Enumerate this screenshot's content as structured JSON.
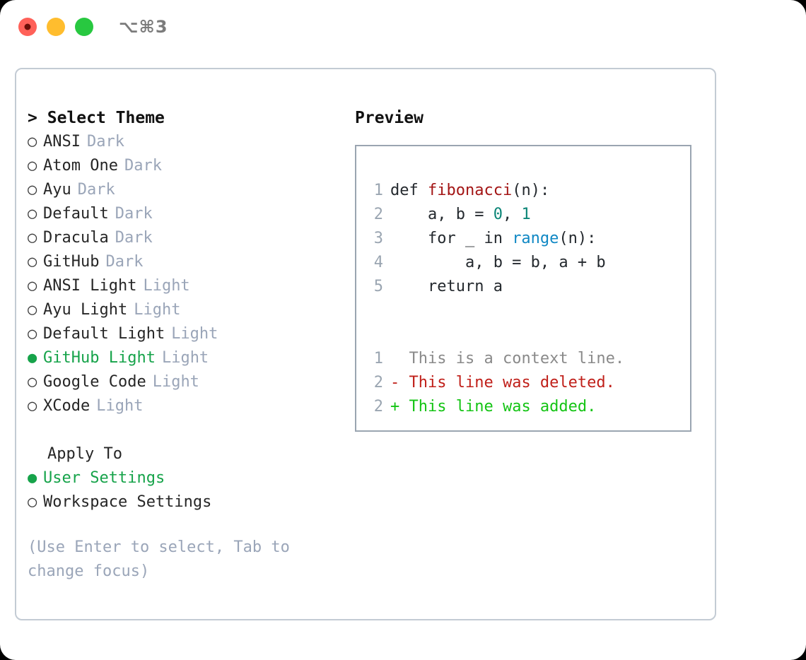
{
  "window": {
    "shortcut_label": "⌥⌘3",
    "traffic_lights": [
      {
        "name": "close",
        "color": "#ff6159"
      },
      {
        "name": "minimize",
        "color": "#ffbd2e"
      },
      {
        "name": "maximize",
        "color": "#28c840"
      }
    ]
  },
  "colors": {
    "accent_green": "#16a34a",
    "muted": "#9aa5b8",
    "panel_border": "#c3cbd4",
    "preview_border": "#9aa5b1",
    "code_func": "#a31515",
    "code_num": "#0c8577",
    "code_call": "#1088c4",
    "diff_delete": "#c0201a",
    "diff_add": "#14c414",
    "diff_context": "#8a8a8a"
  },
  "theme_picker": {
    "caret": ">",
    "title": "Select Theme",
    "bullet_selected": "●",
    "bullet_unselected": "○",
    "items": [
      {
        "label": "ANSI",
        "tag": "Dark",
        "selected": false
      },
      {
        "label": "Atom One",
        "tag": "Dark",
        "selected": false
      },
      {
        "label": "Ayu",
        "tag": "Dark",
        "selected": false
      },
      {
        "label": "Default",
        "tag": "Dark",
        "selected": false
      },
      {
        "label": "Dracula",
        "tag": "Dark",
        "selected": false
      },
      {
        "label": "GitHub",
        "tag": "Dark",
        "selected": false
      },
      {
        "label": "ANSI Light",
        "tag": "Light",
        "selected": false
      },
      {
        "label": "Ayu Light",
        "tag": "Light",
        "selected": false
      },
      {
        "label": "Default Light",
        "tag": "Light",
        "selected": false
      },
      {
        "label": "GitHub Light",
        "tag": "Light",
        "selected": true
      },
      {
        "label": "Google Code",
        "tag": "Light",
        "selected": false
      },
      {
        "label": "XCode",
        "tag": "Light",
        "selected": false
      }
    ]
  },
  "apply_to": {
    "title": "Apply To",
    "items": [
      {
        "label": "User Settings",
        "selected": true
      },
      {
        "label": "Workspace Settings",
        "selected": false
      }
    ]
  },
  "hint": {
    "text": "(Use Enter to select, Tab to change focus)"
  },
  "preview": {
    "title": "Preview",
    "code_lines": [
      {
        "no": "1",
        "tokens": [
          {
            "t": "def ",
            "c": "plain"
          },
          {
            "t": "fibonacci",
            "c": "func"
          },
          {
            "t": "(n):",
            "c": "plain"
          }
        ]
      },
      {
        "no": "2",
        "tokens": [
          {
            "t": "    a, b = ",
            "c": "plain"
          },
          {
            "t": "0",
            "c": "num"
          },
          {
            "t": ", ",
            "c": "plain"
          },
          {
            "t": "1",
            "c": "num"
          }
        ]
      },
      {
        "no": "3",
        "tokens": [
          {
            "t": "    for _ in ",
            "c": "plain"
          },
          {
            "t": "range",
            "c": "call"
          },
          {
            "t": "(n):",
            "c": "plain"
          }
        ]
      },
      {
        "no": "4",
        "tokens": [
          {
            "t": "        a, b = b, a + b",
            "c": "plain"
          }
        ]
      },
      {
        "no": "5",
        "tokens": [
          {
            "t": "    return a",
            "c": "plain"
          }
        ]
      }
    ],
    "diff_lines": [
      {
        "no": "1",
        "marker": "  ",
        "text": "This is a context line.",
        "kind": "context"
      },
      {
        "no": "2",
        "marker": "- ",
        "text": "This line was deleted.",
        "kind": "delete"
      },
      {
        "no": "2",
        "marker": "+ ",
        "text": "This line was added.",
        "kind": "add"
      }
    ]
  }
}
